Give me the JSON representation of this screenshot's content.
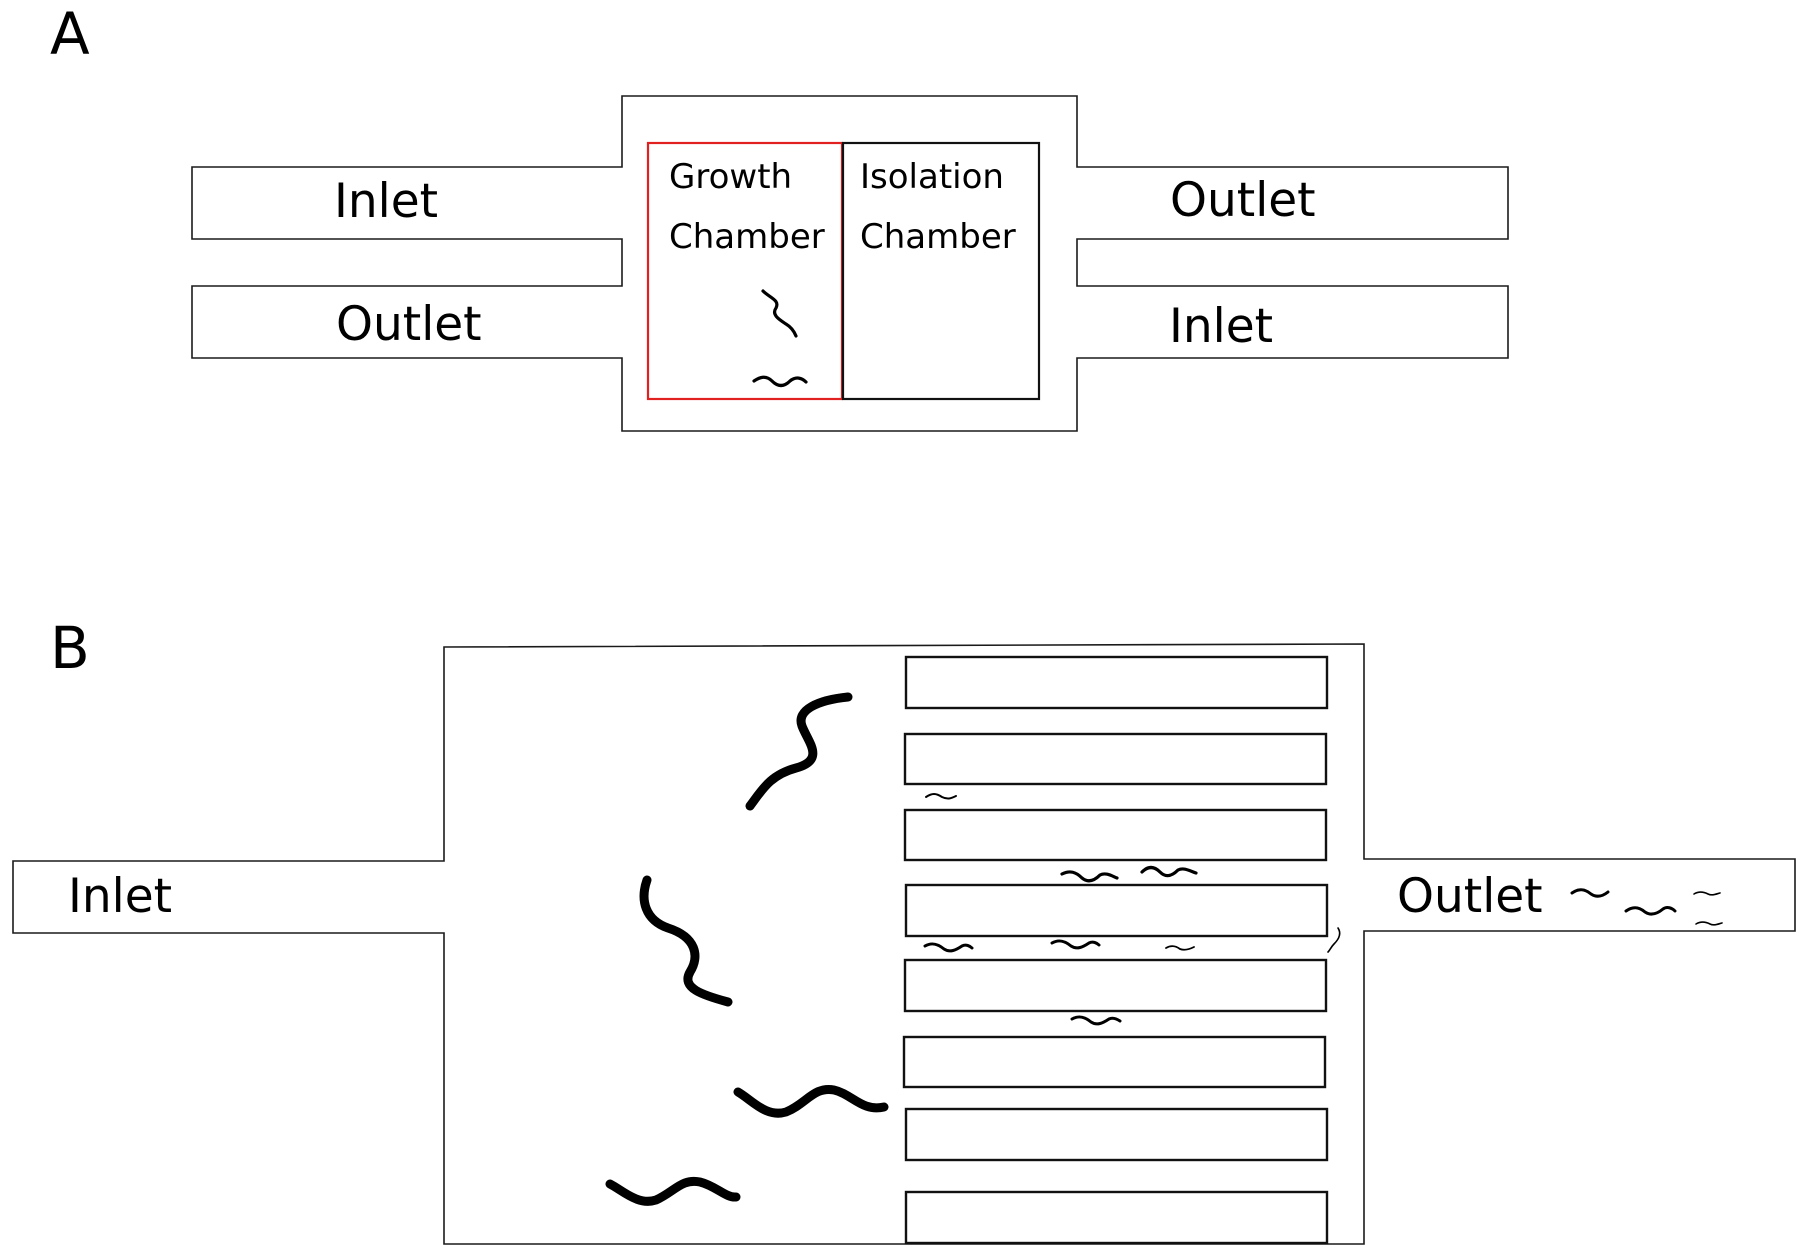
{
  "panel_a": {
    "label": "A",
    "inlet_left": "Inlet",
    "outlet_left": "Outlet",
    "outlet_right": "Outlet",
    "inlet_right": "Inlet",
    "growth_chamber": [
      "Growth",
      "Chamber"
    ],
    "isolation_chamber": [
      "Isolation",
      "Chamber"
    ]
  },
  "panel_b": {
    "label": "B",
    "inlet": "Inlet",
    "outlet": "Outlet",
    "channel_count": 8
  },
  "colors": {
    "growth_chamber_border": "#e0211f",
    "line": "#1a1a1a",
    "worm": "#000000"
  }
}
